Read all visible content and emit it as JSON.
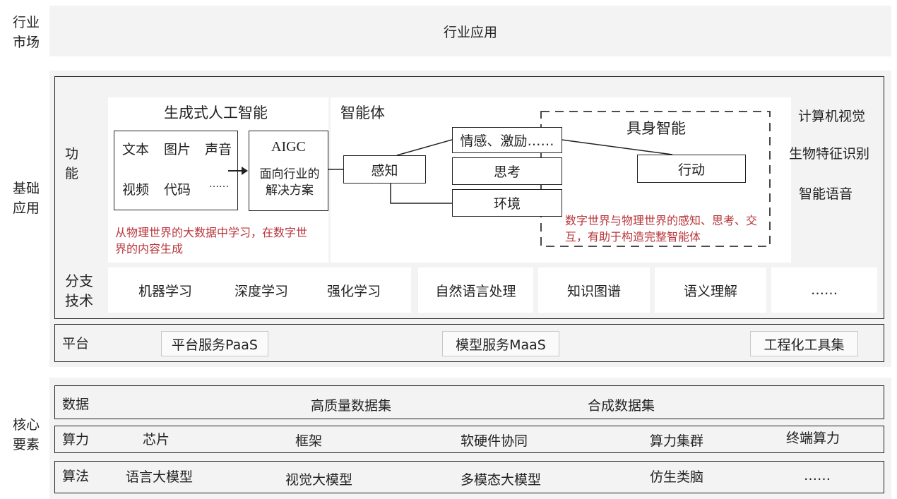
{
  "industry_market": {
    "label": "行业市场",
    "band": "行业应用"
  },
  "base_application": {
    "label": "基础应用",
    "function": {
      "label": "功能",
      "generative_ai": {
        "title": "生成式人工智能",
        "media": [
          "文本",
          "图片",
          "声音",
          "视频",
          "代码",
          "……"
        ],
        "aigc_title": "AIGC",
        "aigc_desc": "面向行业的解决方案",
        "note": "从物理世界的大数据中学习，在数字世界的内容生成"
      },
      "agent": {
        "title": "智能体",
        "perception": "感知",
        "emotion": "情感、激励……",
        "thinking": "思考",
        "environment": "环境",
        "embodied_title": "具身智能",
        "action": "行动",
        "note": "数字世界与物理世界的感知、思考、交互，有助于构造完整智能体"
      },
      "others": [
        "计算机视觉",
        "生物特征识别",
        "智能语音"
      ]
    },
    "branch": {
      "label": "分支技术",
      "items": [
        "机器学习",
        "深度学习",
        "强化学习",
        "自然语言处理",
        "知识图谱",
        "语义理解",
        "……"
      ]
    },
    "platform": {
      "label": "平台",
      "items": [
        "平台服务PaaS",
        "模型服务MaaS",
        "工程化工具集"
      ]
    }
  },
  "core": {
    "label": "核心要素",
    "data": {
      "label": "数据",
      "items": [
        "高质量数据集",
        "合成数据集"
      ]
    },
    "compute": {
      "label": "算力",
      "items": [
        "芯片",
        "框架",
        "软硬件协同",
        "算力集群",
        "终端算力"
      ]
    },
    "algorithm": {
      "label": "算法",
      "items": [
        "语言大模型",
        "视觉大模型",
        "多模态大模型",
        "仿生类脑",
        "……"
      ]
    }
  }
}
